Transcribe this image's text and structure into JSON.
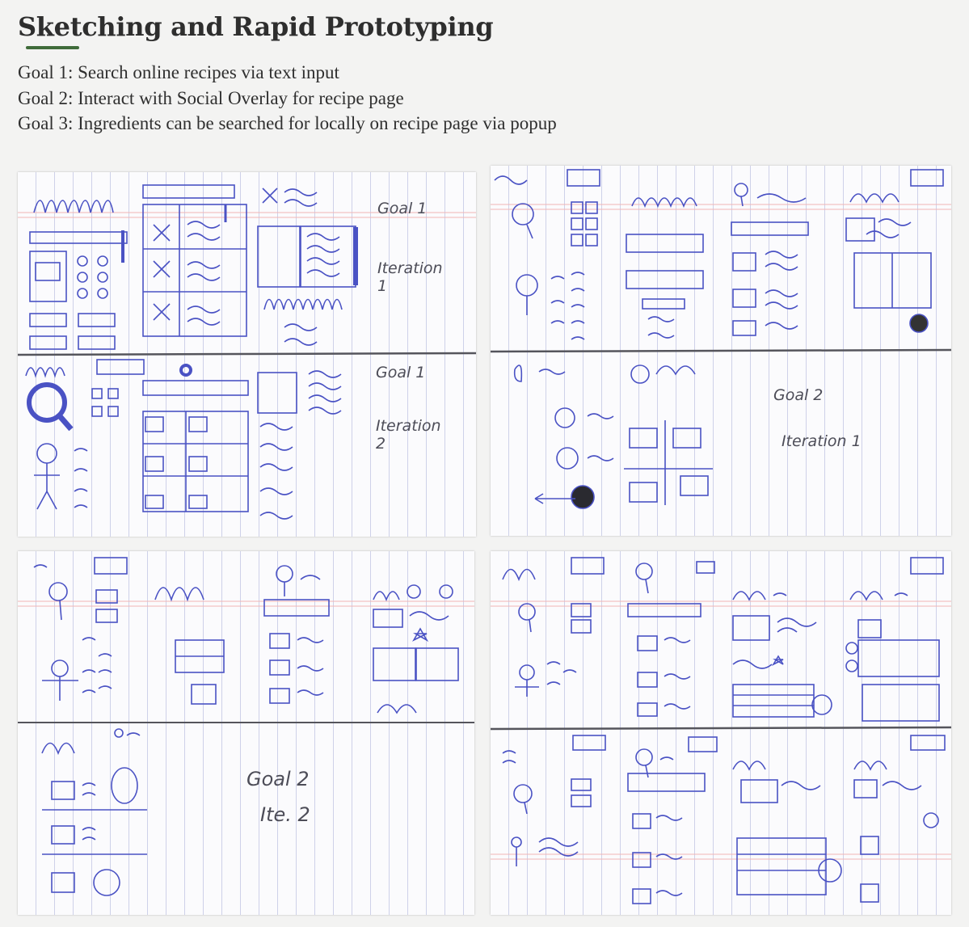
{
  "page": {
    "title": "Sketching and Rapid Prototyping",
    "goals": [
      "Goal 1: Search online recipes via text input",
      "Goal 2: Interact with Social Overlay for recipe page",
      "Goal 3: Ingredients can be searched for locally on recipe page via popup"
    ]
  },
  "sketches": [
    {
      "labels": [
        "Goal 1",
        "Iteration 1",
        "Goal 1",
        "Iteration 2"
      ]
    },
    {
      "labels": [
        "Goal 2",
        "Iteration 1"
      ]
    },
    {
      "labels": [
        "Goal 2",
        "Ite. 2"
      ]
    },
    {
      "labels": []
    }
  ],
  "colors": {
    "accent": "#3f6b3a",
    "ink": "#4a52c4",
    "pencil": "#4f4f5a",
    "margin_line": "#e9a0a0"
  }
}
